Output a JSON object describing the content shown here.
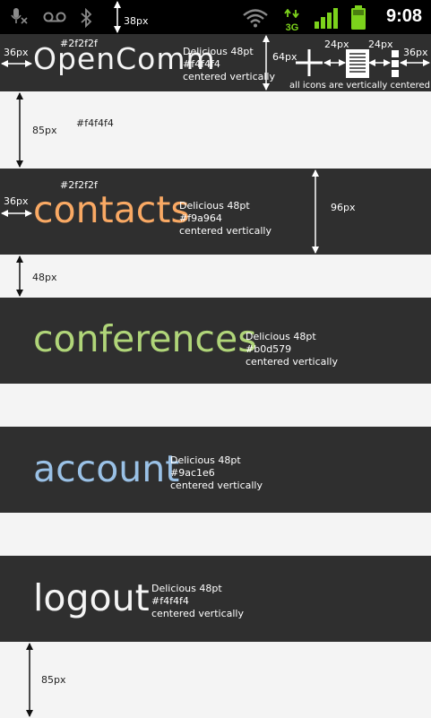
{
  "status_bar": {
    "time": "9:08",
    "network_label": "3G",
    "height_note": "38px"
  },
  "header": {
    "title": "OpenComm",
    "color_note": "#2f2f2f",
    "left_margin_note": "36px",
    "height_note": "64px",
    "font_note": [
      "Delicious 48pt",
      "#f4f4f4",
      "centered vertically"
    ],
    "icon_gap_1": "24px",
    "icon_gap_2": "24px",
    "right_margin_note": "36px",
    "icons_note": "all icons are vertically centered"
  },
  "gap_top": {
    "height_note": "85px",
    "color_note": "#f4f4f4"
  },
  "contacts": {
    "label": "contacts",
    "color_note": "#2f2f2f",
    "left_margin_note": "36px",
    "height_note": "96px",
    "font_note": [
      "Delicious 48pt",
      "#f9a964",
      "centered vertically"
    ],
    "color": "#f9a964"
  },
  "gap_between": {
    "height_note": "48px"
  },
  "conferences": {
    "label": "conferences",
    "font_note": [
      "Delicious 48pt",
      "#b0d579",
      "centered vertically"
    ],
    "color": "#b0d579"
  },
  "account": {
    "label": "account",
    "font_note": [
      "Delicious 48pt",
      "#9ac1e6",
      "centered vertically"
    ],
    "color": "#9ac1e6"
  },
  "logout": {
    "label": "logout",
    "font_note": [
      "Delicious 48pt",
      "#f4f4f4",
      "centered vertically"
    ],
    "color": "#f4f4f4"
  },
  "gap_bottom": {
    "height_note": "85px"
  }
}
